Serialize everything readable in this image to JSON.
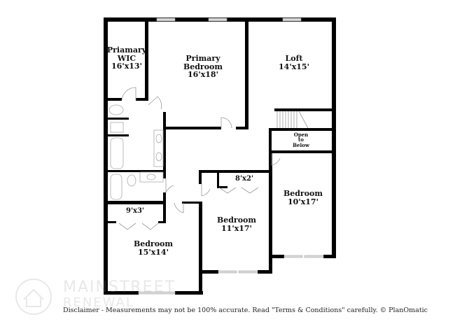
{
  "floorplan": {
    "rooms": [
      {
        "name": "Priamary WIC",
        "name_line1": "Priamary",
        "name_line2": "WIC",
        "dimensions": "16'x13'"
      },
      {
        "name": "Primary Bedroom",
        "name_line1": "Primary",
        "name_line2": "Bedroom",
        "dimensions": "16'x18'"
      },
      {
        "name": "Loft",
        "dimensions": "14'x15'"
      },
      {
        "name": "Open to Below",
        "line1": "Open",
        "line2": "to",
        "line3": "Below"
      },
      {
        "name": "Bedroom",
        "dimensions": "10'x17'"
      },
      {
        "name": "Bedroom",
        "dimensions": "11'x17'"
      },
      {
        "name": "Bedroom",
        "dimensions": "15'x14'"
      }
    ],
    "closets": [
      {
        "dimensions": "8'x2'"
      },
      {
        "dimensions": "9'x3'"
      }
    ],
    "wall_color": "#000000",
    "window_color": "#d9d9d9"
  },
  "watermark": {
    "line1": "MAINSTREET",
    "line2": "RENEWAL",
    "icon": "house-circle-logo-icon"
  },
  "footer": {
    "disclaimer": "Disclaimer - Measurements may not be 100% accurate. Read \"Terms & Conditions\" carefully. © PlanOmatic"
  }
}
